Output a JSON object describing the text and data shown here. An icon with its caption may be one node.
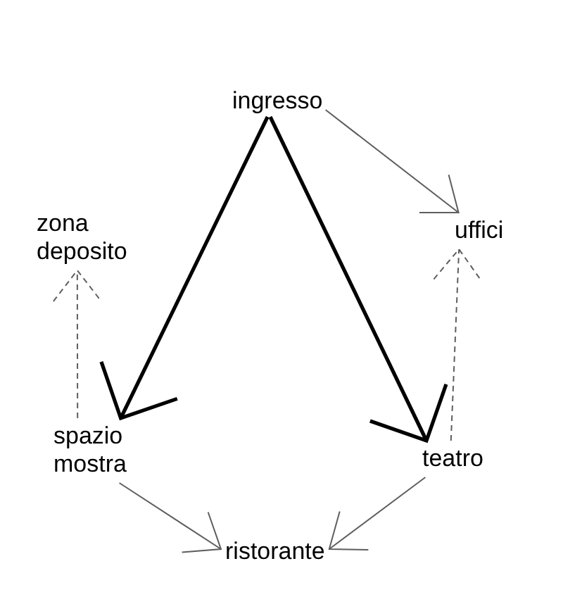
{
  "diagram": {
    "nodes": [
      {
        "text": [
          "ingresso"
        ]
      },
      {
        "text": [
          "zona deposito"
        ]
      },
      {
        "text": [
          "uffici"
        ]
      },
      {
        "text": [
          "spazio mostra"
        ]
      },
      {
        "text": [
          "teatro"
        ]
      },
      {
        "text": [
          "ristorante"
        ]
      }
    ],
    "edges": [
      {
        "from": 0,
        "to": 3,
        "arrow": "to",
        "style": "thick",
        "color": "#000000"
      },
      {
        "from": 0,
        "to": 4,
        "arrow": "to",
        "style": "thick",
        "color": "#000000"
      },
      {
        "from": 0,
        "to": 2,
        "arrow": "to"
      },
      {
        "from": 3,
        "to": 1,
        "arrow": "to",
        "style": "dashed"
      },
      {
        "from": 4,
        "to": 2,
        "arrow": "to",
        "style": "dashed"
      },
      {
        "from": 3,
        "to": 5,
        "arrow": "to"
      },
      {
        "from": 4,
        "to": 5,
        "arrow": "to"
      }
    ]
  }
}
